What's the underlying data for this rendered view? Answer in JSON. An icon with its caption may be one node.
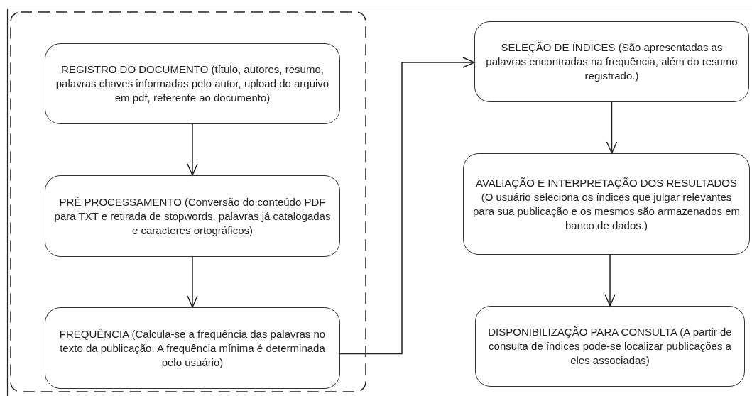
{
  "diagram": {
    "nodes": [
      {
        "text": [],
        "shape": "box"
      },
      {
        "text": [
          "REGISTRO DO DOCUMENTO (título, autores, resumo, palavras chaves informadas pelo autor, upload do arquivo em pdf, referente ao documento)"
        ],
        "in": 0
      },
      {
        "text": [
          "PRÉ PROCESSAMENTO (Conversão do conteúdo PDF para TXT e retirada de stopwords, palavras já catalogadas e caracteres ortográficos)"
        ],
        "in": 0
      },
      {
        "text": [
          "FREQUÊNCIA (Calcula-se a frequência das palavras no texto da publicação. A frequência mínima é determinada pelo usuário)"
        ],
        "in": 0
      },
      {
        "text": [
          "SELEÇÃO DE ÍNDICES (São apresentadas as palavras encontradas na frequência, além do resumo registrado.)"
        ]
      },
      {
        "text": [
          "AVALIAÇÃO E INTERPRETAÇÃO DOS RESULTADOS (O usuário seleciona os índices que julgar relevantes para sua publicação e os mesmos são armazenados em banco de dados.)"
        ]
      },
      {
        "text": [
          "DISPONIBILIZAÇÃO PARA CONSULTA (A partir de consulta de índices pode-se localizar publicações a eles associadas)"
        ]
      }
    ],
    "edges": [
      {
        "from": 1,
        "to": 2,
        "arrow": "to"
      },
      {
        "from": 2,
        "to": 3,
        "arrow": "to"
      },
      {
        "from": 3,
        "to": 4,
        "arrow": "to"
      },
      {
        "from": 4,
        "to": 5,
        "arrow": "to"
      },
      {
        "from": 5,
        "to": 6,
        "arrow": "to"
      }
    ]
  }
}
